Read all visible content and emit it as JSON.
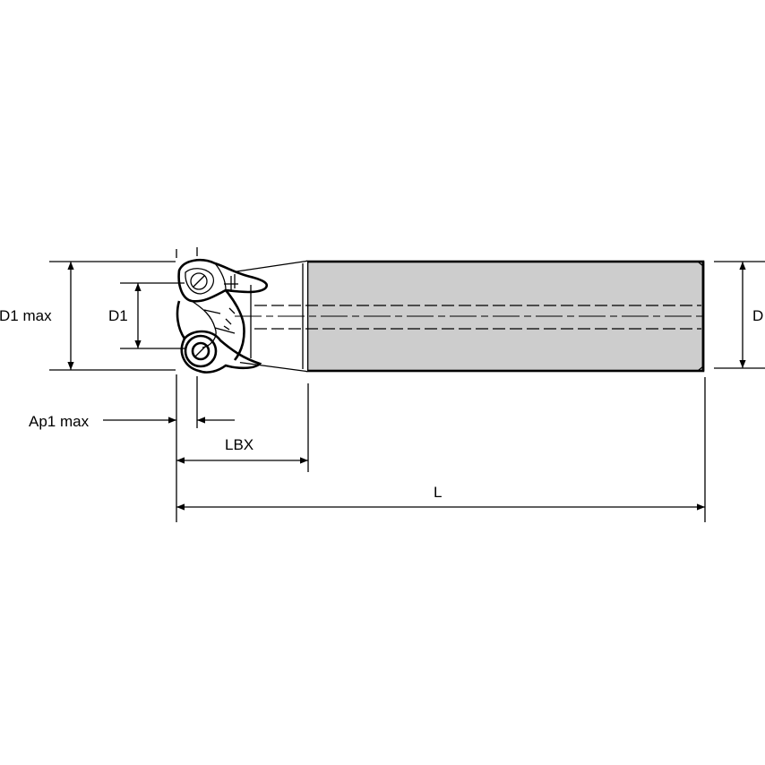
{
  "diagram": {
    "labels": {
      "d1_max": "D1 max",
      "d1": "D1",
      "d": "D",
      "ap1_max": "Ap1 max",
      "lbx": "LBX",
      "l": "L"
    },
    "colors": {
      "shank_fill": "#cdcdcd",
      "line": "#000000",
      "background": "#ffffff"
    }
  }
}
